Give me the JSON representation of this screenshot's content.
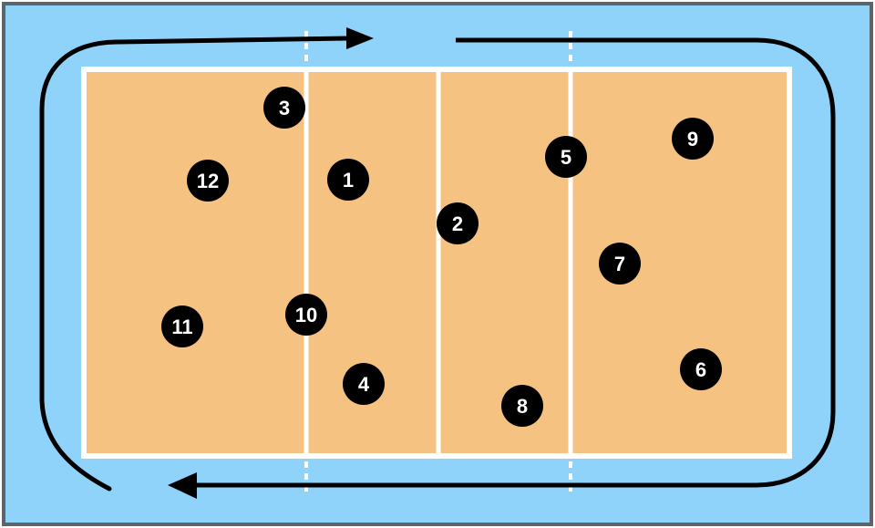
{
  "colors": {
    "background": "#8fd2fa",
    "frame": "#5f6468",
    "court": "#f5c282",
    "court_line": "#ffffff",
    "player": "#000000",
    "player_text": "#ffffff",
    "arrow": "#000000"
  },
  "court": {
    "zones": [
      "back-left",
      "attack-left",
      "attack-right",
      "back-right"
    ],
    "net_present": true,
    "attack_line_markers": [
      "left",
      "right"
    ]
  },
  "rotation": {
    "direction": "clockwise",
    "arrows": [
      "top",
      "bottom"
    ]
  },
  "players": [
    {
      "label": "1"
    },
    {
      "label": "2"
    },
    {
      "label": "3"
    },
    {
      "label": "4"
    },
    {
      "label": "5"
    },
    {
      "label": "6"
    },
    {
      "label": "7"
    },
    {
      "label": "8"
    },
    {
      "label": "9"
    },
    {
      "label": "10"
    },
    {
      "label": "11"
    },
    {
      "label": "12"
    }
  ]
}
